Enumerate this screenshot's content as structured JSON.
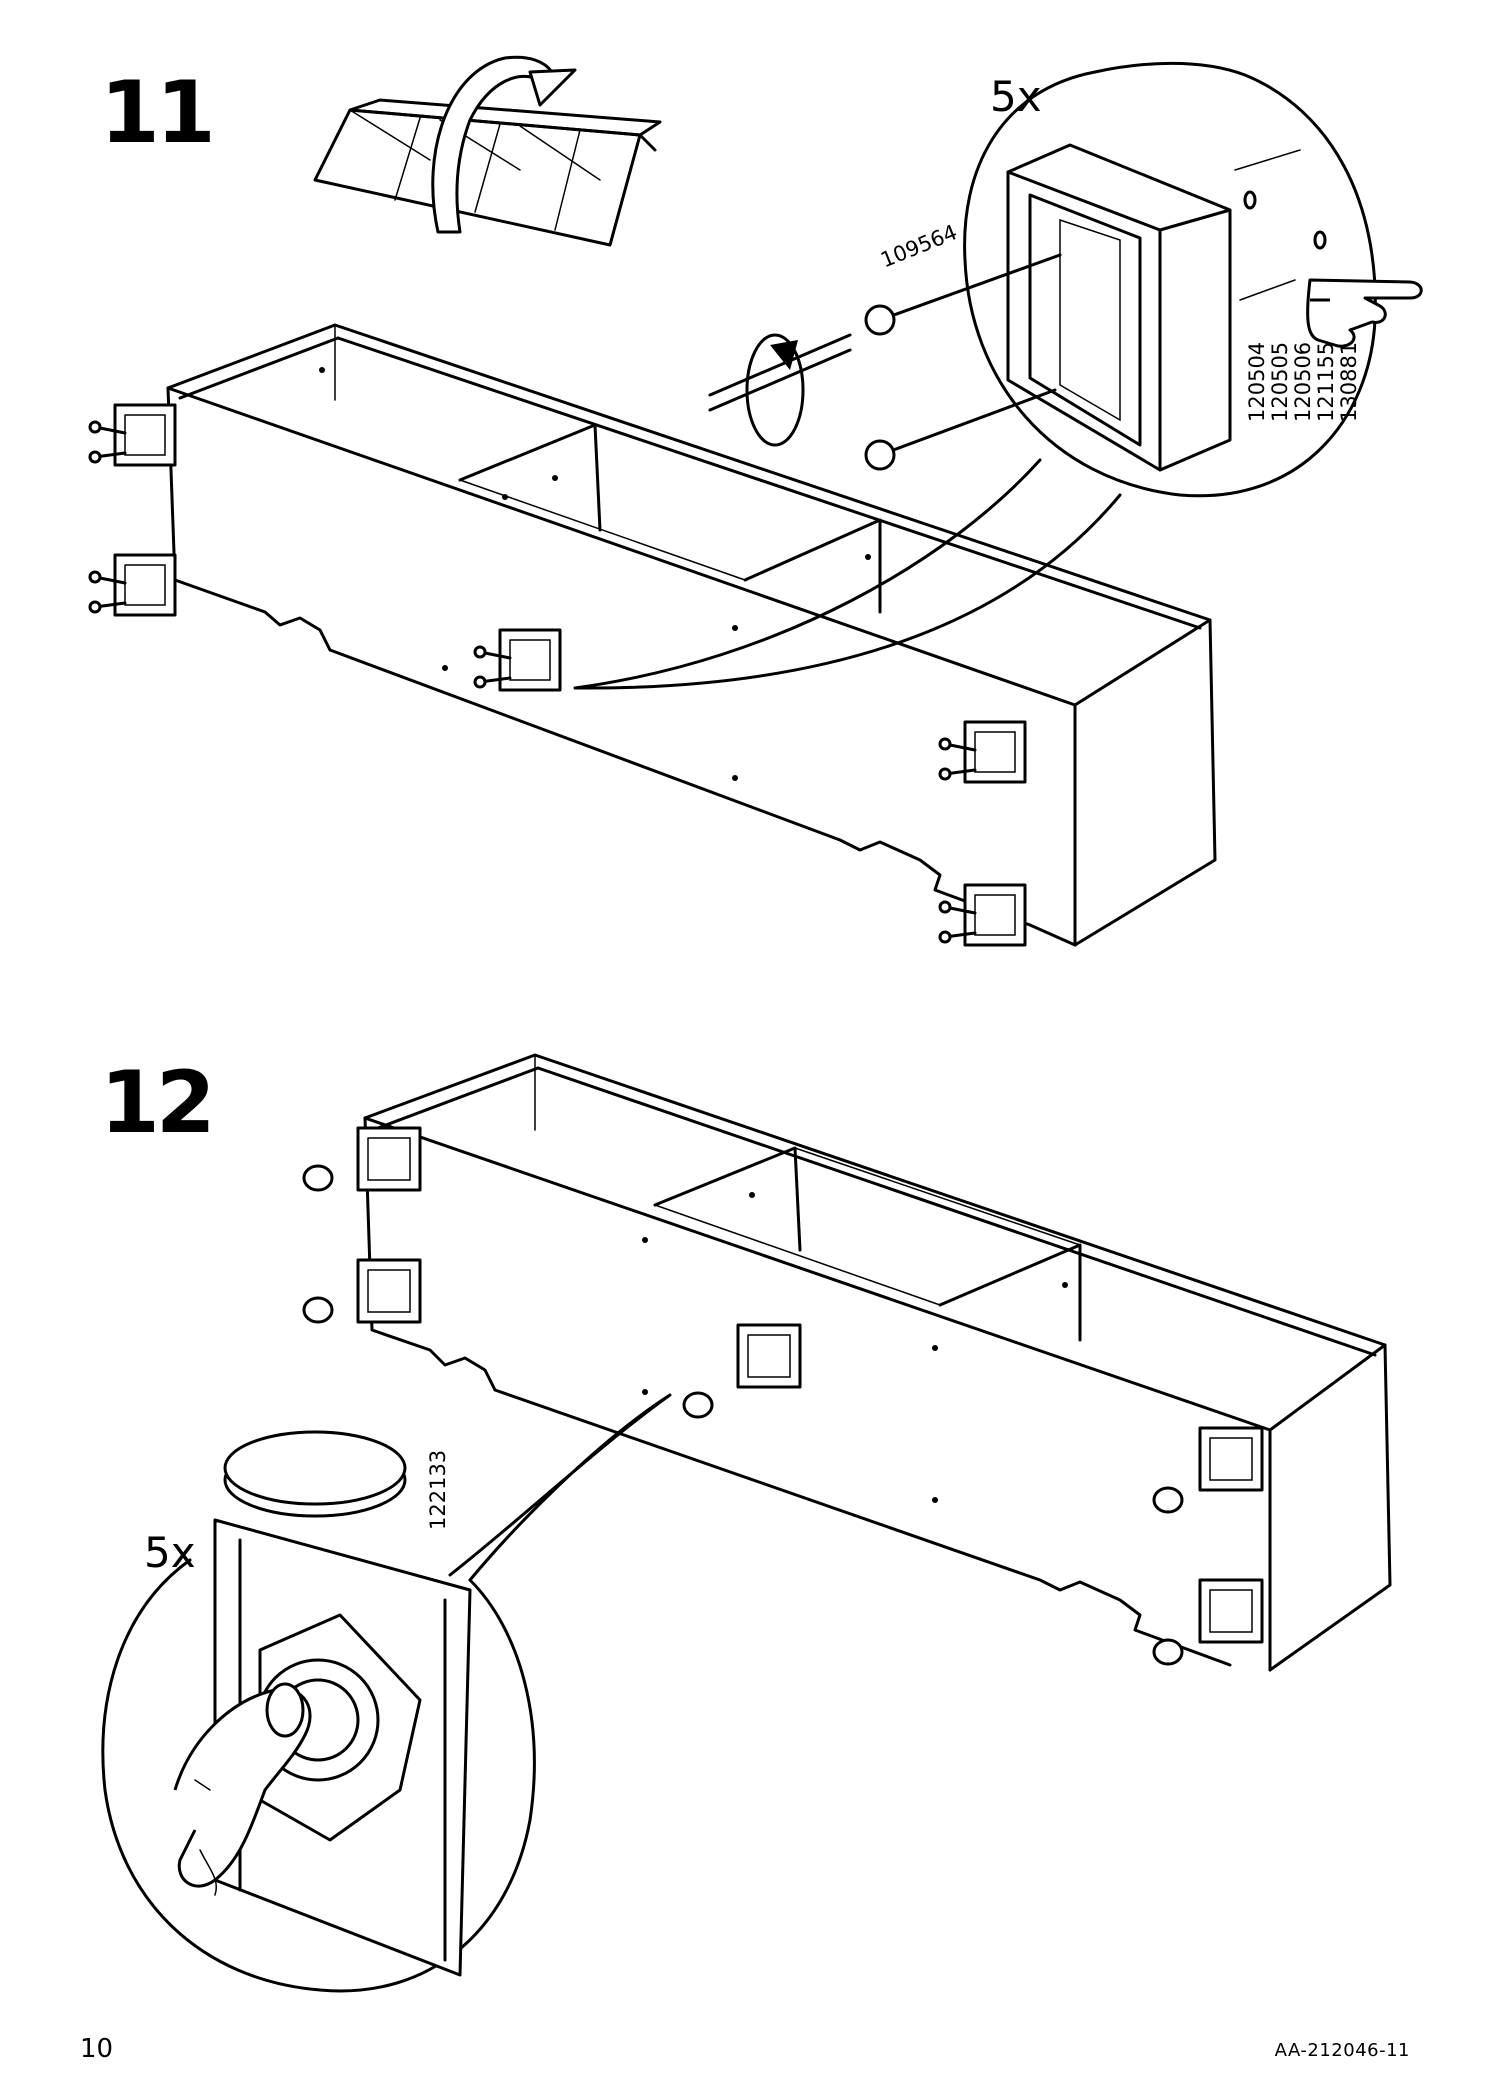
{
  "page": {
    "page_number": "10",
    "document_code": "AA-212046-11"
  },
  "step11": {
    "number": "11",
    "quantity": "5x",
    "screw_part_number": "109564",
    "bracket_part_numbers": [
      "120504",
      "120505",
      "120506",
      "121155",
      "130881"
    ],
    "icons": [
      "flip-over-arrow-icon",
      "screwdriver-turn-icon",
      "pointing-hand-icon"
    ]
  },
  "step12": {
    "number": "12",
    "quantity": "5x",
    "cap_part_number": "122133",
    "icons": [
      "finger-press-icon"
    ]
  }
}
